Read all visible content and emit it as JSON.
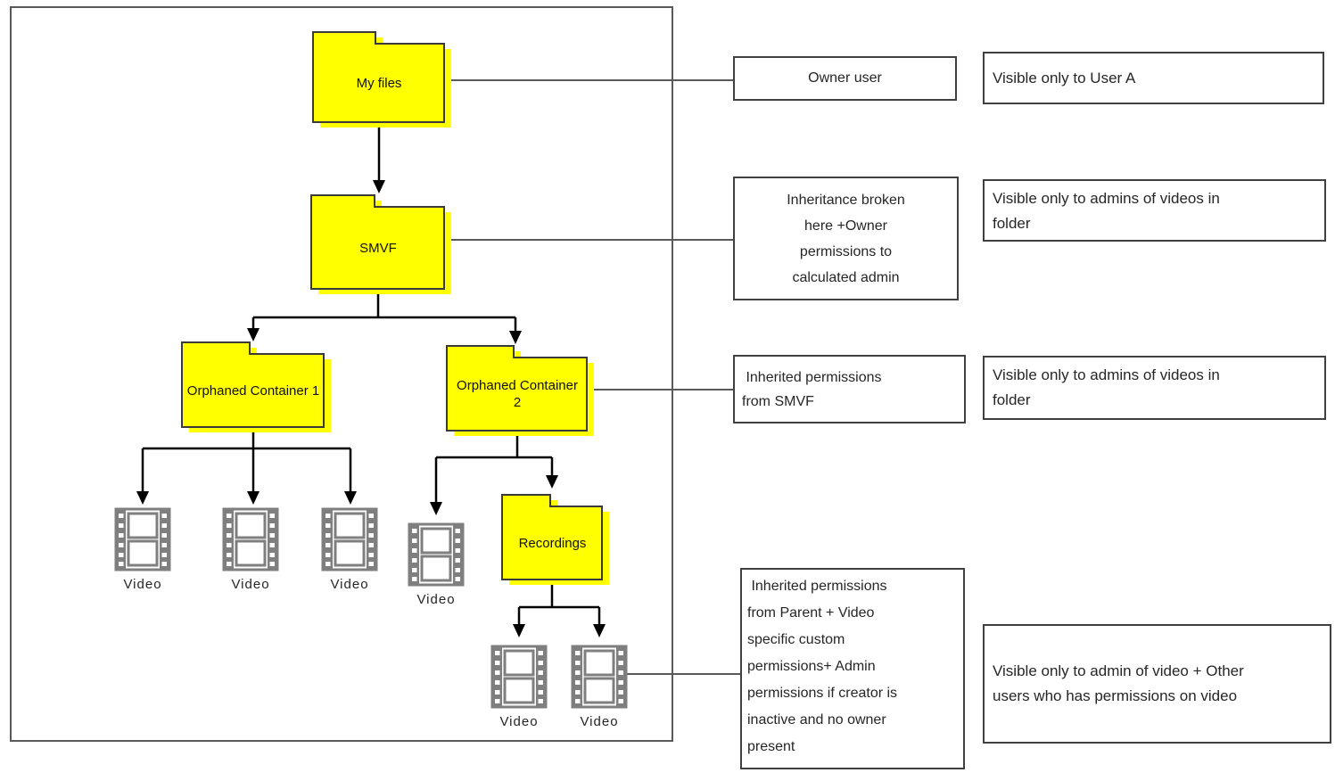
{
  "diagram": {
    "folders": {
      "my_files": {
        "label": "My files"
      },
      "smvf": {
        "label": "SMVF"
      },
      "orphaned_1": {
        "label": "Orphaned Container 1"
      },
      "orphaned_2": {
        "label": "Orphaned Container 2"
      },
      "recordings": {
        "label": "Recordings"
      }
    },
    "video_label": "Video",
    "middle_notes": {
      "owner": "Owner user",
      "inheritance_broken": "Inheritance broken\nhere +Owner\npermissions to\ncalculated admin",
      "inherited_smvf": " Inherited permissions\nfrom SMVF",
      "inherited_parent": " Inherited permissions\nfrom Parent + Video\nspecific custom\npermissions+ Admin\npermissions if creator is\ninactive and no owner\npresent"
    },
    "visibility_notes": {
      "user_a": "Visible only to User A",
      "admins_folder_row2": "Visible only to admins of videos in\nfolder",
      "admins_folder_row3": "Visible only to admins of videos in\nfolder",
      "admin_video": "Visible only to admin of video + Other\nusers who has permissions on video"
    },
    "colors": {
      "folder_fill": "#ffff00",
      "folder_outline": "#3a3a3a",
      "arrow": "#000000",
      "connector_line": "#595959",
      "box_border": "#404040",
      "video_icon_gray": "#7f7f7f"
    }
  }
}
